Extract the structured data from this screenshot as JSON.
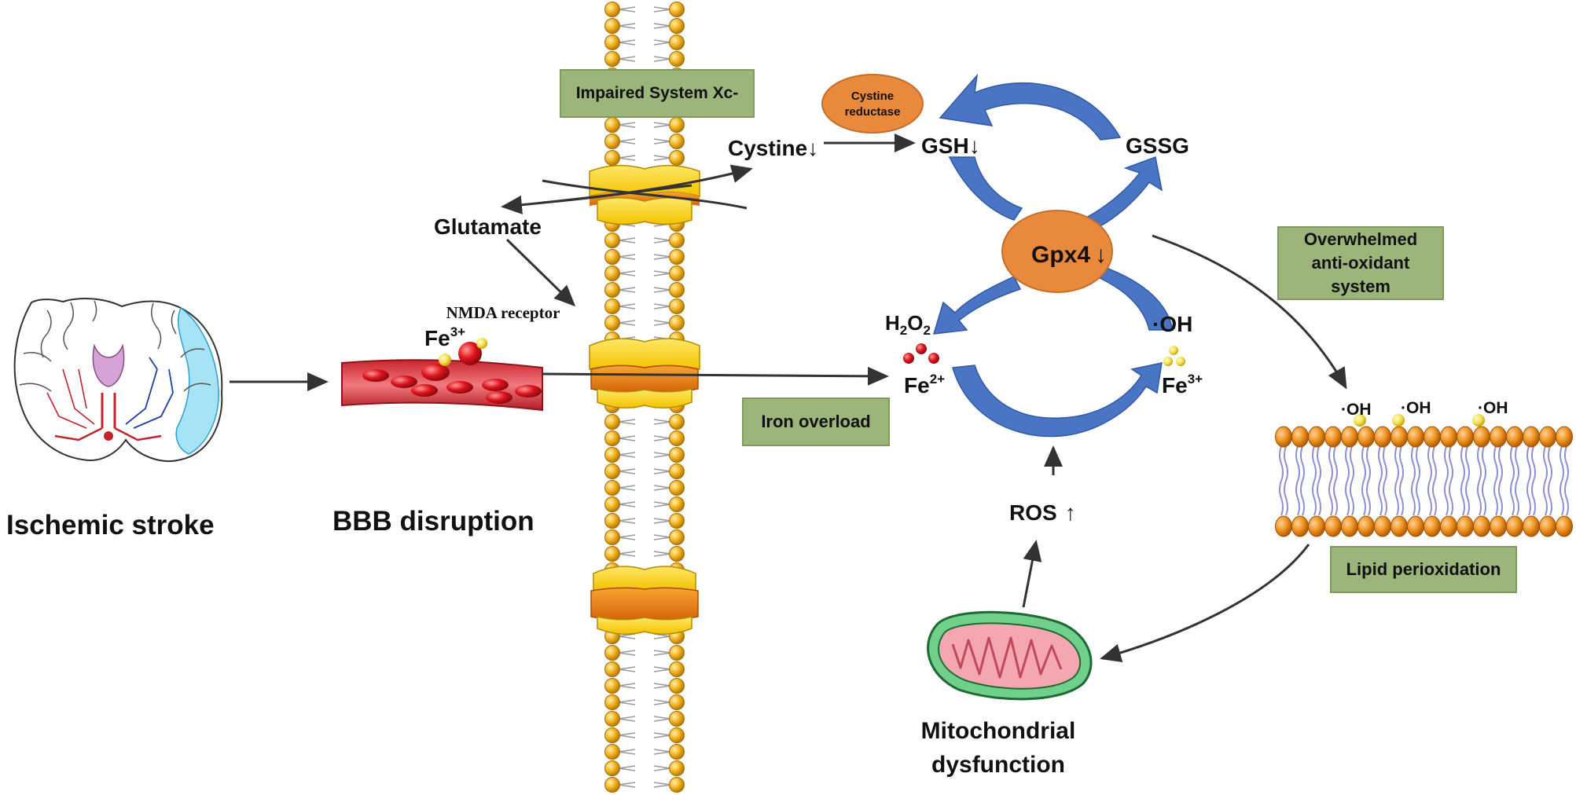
{
  "title": "",
  "stages": {
    "ischemic_stroke": "Ischemic stroke",
    "bbb_disruption": "BBB disruption",
    "mitochondrial_line1": "Mitochondrial",
    "mitochondrial_line2": "dysfunction"
  },
  "molecules": {
    "glutamate": "Glutamate",
    "nmda_receptor": "NMDA receptor",
    "cystine": "Cystine",
    "cystine_reductase_line1": "Cystine",
    "cystine_reductase_line2": "reductase",
    "gsh": "GSH",
    "gssg": "GSSG",
    "gpx4": "Gpx4",
    "h2o2_h": "H",
    "h2o2_sub": "2",
    "h2o2_o": "O",
    "oh_radical": "·OH",
    "fe": "Fe",
    "fe2_sup": "2+",
    "fe3_sup": "3+",
    "ros": "ROS",
    "lipid_oh": "·OH"
  },
  "arrows": {
    "down": "↓",
    "up": "↑"
  },
  "boxes": {
    "impaired_system": "Impaired System Xc-",
    "iron_overload": "Iron overload",
    "overwhelmed_line1": "Overwhelmed",
    "overwhelmed_line2": "anti-oxidant",
    "overwhelmed_line3": "system",
    "lipid_peroxidation": "Lipid perioxidation"
  },
  "colors": {
    "arrow_blue": "#4a74c4",
    "orange": "#e8893c",
    "box_green": "#9bb57a",
    "membrane_gold": "#f2b21e",
    "blood_red": "#d9262e",
    "iron_yellow": "#f5d94a"
  }
}
